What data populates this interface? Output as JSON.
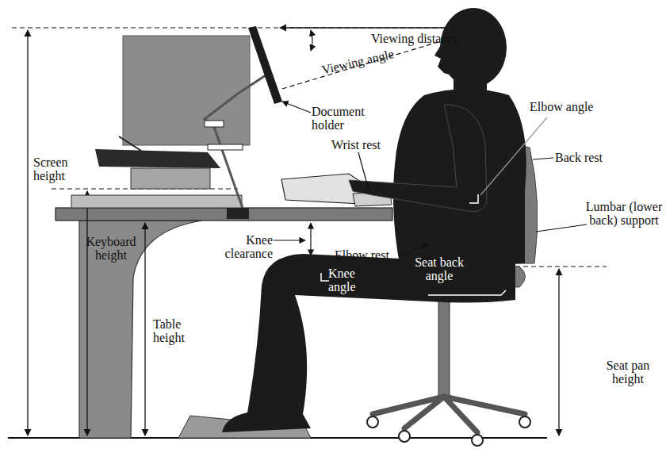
{
  "diagram": {
    "labels": [
      "Viewing distance",
      "Viewing angle",
      "Document holder",
      "Elbow angle",
      "Wrist rest",
      "Back rest",
      "Screen height",
      "Lumbar (lower back) support",
      "Keyboard height",
      "Knee clearance",
      "Elbow rest",
      "Seat back angle",
      "Knee angle",
      "Table height",
      "Seat pan height"
    ]
  }
}
